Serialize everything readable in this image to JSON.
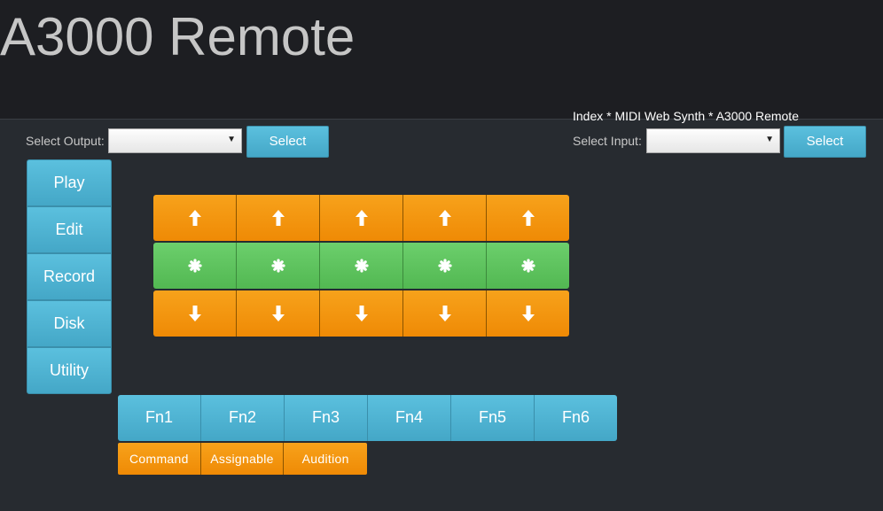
{
  "header": {
    "title": "A3000 Remote"
  },
  "breadcrumb": "Index * MIDI Web Synth * A3000 Remote",
  "output": {
    "label": "Select Output:",
    "value": "",
    "button": "Select"
  },
  "input": {
    "label": "Select Input:",
    "value": "",
    "button": "Select"
  },
  "modes": [
    {
      "label": "Play"
    },
    {
      "label": "Edit"
    },
    {
      "label": "Record"
    },
    {
      "label": "Disk"
    },
    {
      "label": "Utility"
    }
  ],
  "grid": {
    "up_icon": "arrow-up-icon",
    "center_icon": "asterisk-icon",
    "down_icon": "arrow-down-icon",
    "columns": 5
  },
  "function_keys": [
    {
      "label": "Fn1"
    },
    {
      "label": "Fn2"
    },
    {
      "label": "Fn3"
    },
    {
      "label": "Fn4"
    },
    {
      "label": "Fn5"
    },
    {
      "label": "Fn6"
    }
  ],
  "sub_buttons": [
    {
      "label": "Command"
    },
    {
      "label": "Assignable"
    },
    {
      "label": "Audition"
    }
  ],
  "colors": {
    "background": "#272b30",
    "header": "#1d1e22",
    "blue": "#5bc0de",
    "orange": "#f7a21b",
    "green": "#6ccf6c"
  }
}
